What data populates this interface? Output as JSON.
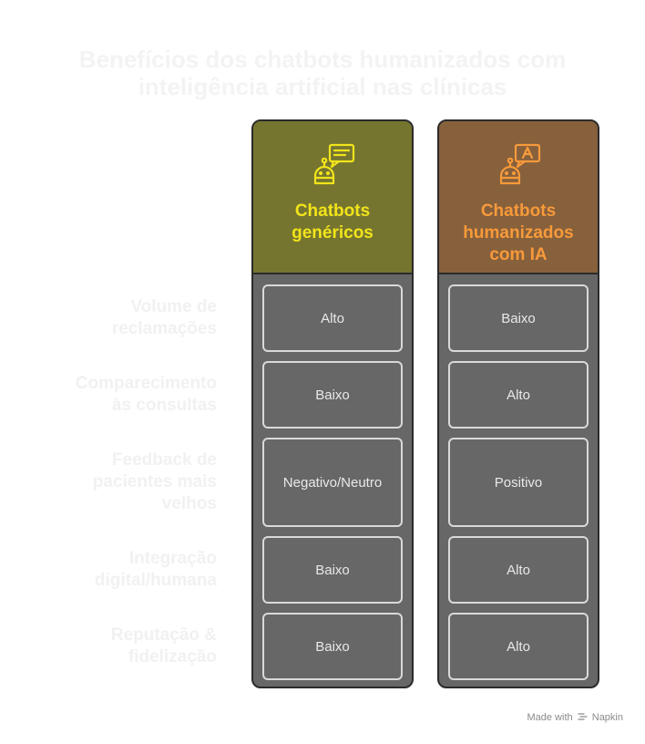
{
  "title_line1": "Benefícios dos chatbots humanizados com",
  "title_line2": "inteligência artificial nas clínicas",
  "rows": [
    {
      "line1": "Volume de",
      "line2": "reclamações"
    },
    {
      "line1": "Comparecimento",
      "line2": "às consultas"
    },
    {
      "line1": "Feedback de",
      "line2": "pacientes mais",
      "line3": "velhos"
    },
    {
      "line1": "Integração",
      "line2": "digital/humana"
    },
    {
      "line1": "Reputação &",
      "line2": "fidelização"
    }
  ],
  "columns": [
    {
      "title_line1": "Chatbots",
      "title_line2": "genéricos",
      "icon": "robot-chat-icon",
      "header_color": "#757530",
      "title_color": "#f2e41a",
      "values": [
        "Alto",
        "Baixo",
        "Negativo/Neutro",
        "Baixo",
        "Baixo"
      ]
    },
    {
      "title_line1": "Chatbots",
      "title_line2": "humanizados",
      "title_line3": "com IA",
      "icon": "robot-translate-icon",
      "header_color": "#87603c",
      "title_color": "#f79a3a",
      "values": [
        "Baixo",
        "Alto",
        "Positivo",
        "Alto",
        "Alto"
      ]
    }
  ],
  "footer": {
    "made_with": "Made with",
    "brand": "Napkin",
    "icon": "napkin-icon"
  }
}
